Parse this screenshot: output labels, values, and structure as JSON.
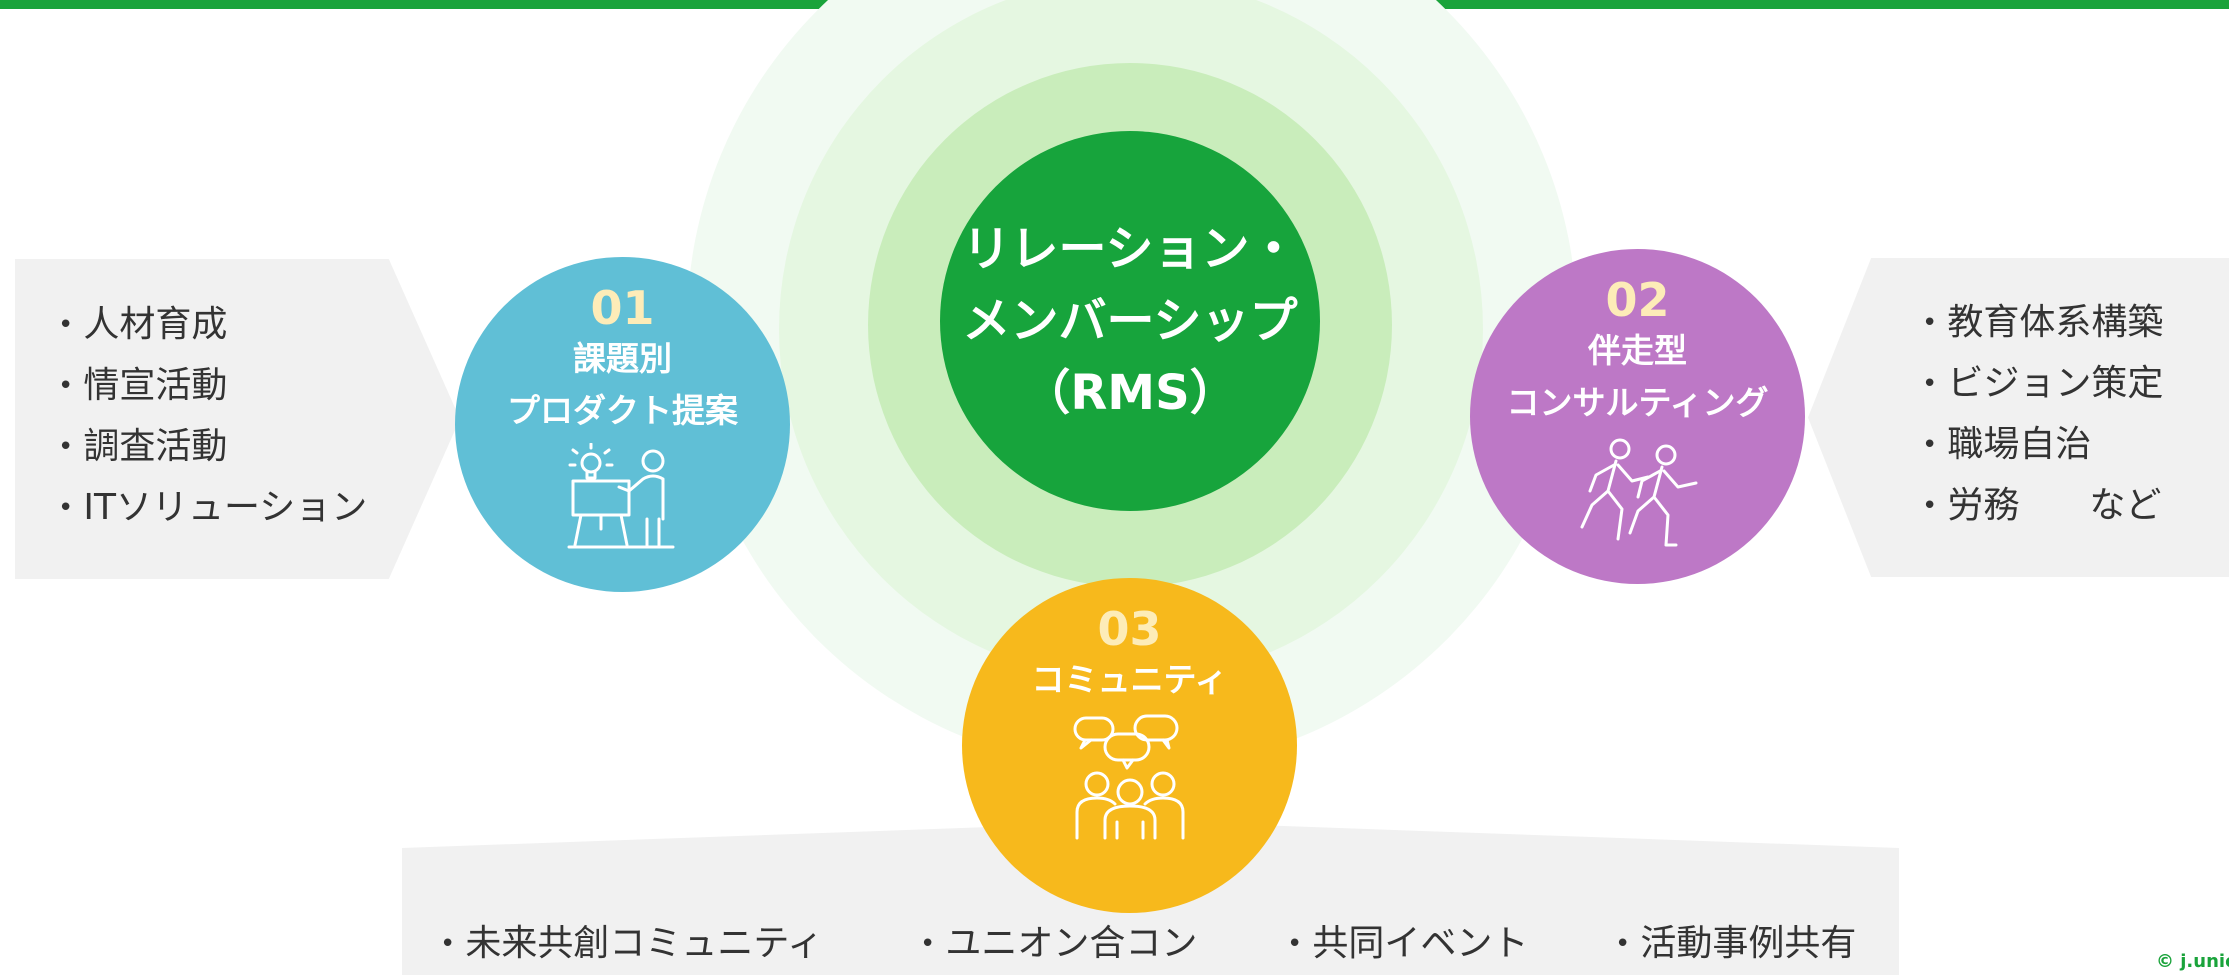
{
  "colors": {
    "brand_green": "#1aa33b",
    "ring_outer": "#f1faf2",
    "ring_2": "#e5f7e1",
    "ring_3": "#c9edbb",
    "core": "#17a43c",
    "node_01": "#60bfd6",
    "node_02": "#bd78c6",
    "node_03": "#f7b91c",
    "number_text": "#fdecb8",
    "panel": "#f1f1f1"
  },
  "center": {
    "lines": [
      "リレーション・",
      "メンバーシップ",
      "（RMS）"
    ]
  },
  "nodes": [
    {
      "number": "01",
      "title_lines": [
        "課題別",
        "プロダクト提案"
      ],
      "icon": "presentation-icon",
      "items": [
        "人材育成",
        "情宣活動",
        "調査活動",
        "ITソリューション"
      ]
    },
    {
      "number": "02",
      "title_lines": [
        "伴走型",
        "コンサルティング"
      ],
      "icon": "running-people-icon",
      "items": [
        "教育体系構築",
        "ビジョン策定",
        "職場自治",
        "労務",
        "など"
      ]
    },
    {
      "number": "03",
      "title_lines": [
        "コミュニティ"
      ],
      "icon": "community-chat-icon",
      "items": [
        "未来共創コミュニティ",
        "ユニオン合コン",
        "共同イベント",
        "活動事例共有"
      ]
    }
  ],
  "copyright": "© j.unio"
}
